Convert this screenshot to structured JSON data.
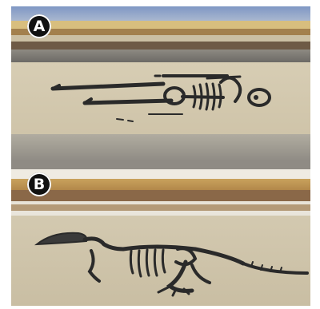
{
  "panels": [
    {
      "label": "A",
      "fossil": "human-skeleton"
    },
    {
      "label": "B",
      "fossil": "dinosaur-skeleton"
    }
  ],
  "colors": {
    "sky": "#8fa6c9",
    "ochre": "#c8a55a",
    "brown": "#7a5a3a",
    "grey_band": "#8a8880",
    "sand": "#d6ccb4",
    "white_band": "#eeeae0",
    "bone_dark": "#2a2a2a"
  }
}
